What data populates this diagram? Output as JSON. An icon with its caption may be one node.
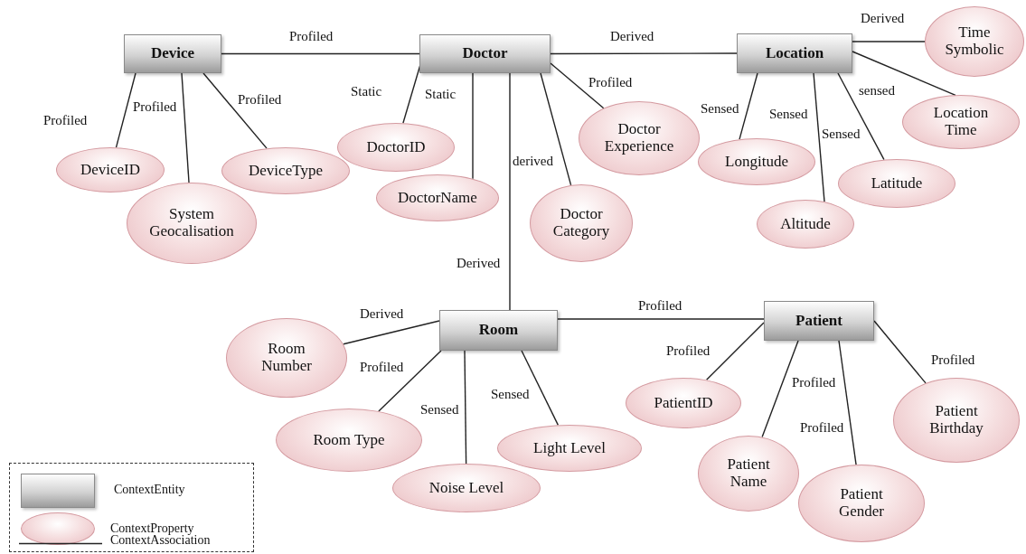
{
  "diagram": {
    "nodes": [
      {
        "text": [
          "Device"
        ]
      },
      {
        "text": [
          "Doctor"
        ]
      },
      {
        "text": [
          "Location"
        ]
      },
      {
        "text": [
          "Time Symbolic"
        ]
      },
      {
        "text": [
          "Location Time"
        ]
      },
      {
        "text": [
          "Doctor Experience"
        ]
      },
      {
        "text": [
          "DoctorID"
        ]
      },
      {
        "text": [
          "DeviceID"
        ]
      },
      {
        "text": [
          "Longitude"
        ]
      },
      {
        "text": [
          "DeviceType"
        ]
      },
      {
        "text": [
          "Latitude"
        ]
      },
      {
        "text": [
          "DoctorName"
        ]
      },
      {
        "text": [
          "System Geocalisation"
        ]
      },
      {
        "text": [
          "Altitude"
        ]
      },
      {
        "text": [
          "Doctor Category"
        ]
      },
      {
        "text": [
          "Room"
        ]
      },
      {
        "text": [
          "Patient"
        ]
      },
      {
        "text": [
          "Room Number"
        ]
      },
      {
        "text": [
          "PatientID"
        ]
      },
      {
        "text": [
          "Patient Birthday"
        ]
      },
      {
        "text": [
          "Room Type"
        ]
      },
      {
        "text": [
          "Light Level"
        ]
      },
      {
        "text": [
          "Patient Name"
        ]
      },
      {
        "text": [
          "Noise Level"
        ]
      },
      {
        "text": [
          "Patient Gender"
        ]
      }
    ],
    "edges": [
      {
        "from": 0,
        "to": 1,
        "arrow": "none",
        "label": "Profiled"
      },
      {
        "from": 1,
        "to": 2,
        "arrow": "none",
        "label": "Derived"
      },
      {
        "from": 2,
        "to": 3,
        "arrow": "none",
        "label": "Derived"
      },
      {
        "from": 0,
        "to": 7,
        "arrow": "none",
        "label": "Profiled"
      },
      {
        "from": 0,
        "to": 12,
        "arrow": "none",
        "label": "Profiled"
      },
      {
        "from": 0,
        "to": 9,
        "arrow": "none",
        "label": "Profiled"
      },
      {
        "from": 1,
        "to": 6,
        "arrow": "none",
        "label": "Static"
      },
      {
        "from": 1,
        "to": 11,
        "arrow": "none",
        "label": "Static"
      },
      {
        "from": 1,
        "to": 14,
        "arrow": "none",
        "label": "derived"
      },
      {
        "from": 1,
        "to": 5,
        "arrow": "none",
        "label": "Profiled"
      },
      {
        "from": 1,
        "to": 15,
        "arrow": "none",
        "label": "Derived"
      },
      {
        "from": 2,
        "to": 8,
        "arrow": "none",
        "label": "Sensed"
      },
      {
        "from": 2,
        "to": 13,
        "arrow": "none",
        "label": "Sensed"
      },
      {
        "from": 2,
        "to": 10,
        "arrow": "none",
        "label": "Sensed"
      },
      {
        "from": 2,
        "to": 4,
        "arrow": "none",
        "label": "sensed"
      },
      {
        "from": 15,
        "to": 16,
        "arrow": "none",
        "label": "Profiled"
      },
      {
        "from": 15,
        "to": 17,
        "arrow": "none",
        "label": "Derived"
      },
      {
        "from": 15,
        "to": 20,
        "arrow": "none",
        "label": "Profiled"
      },
      {
        "from": 15,
        "to": 23,
        "arrow": "none",
        "label": "Sensed"
      },
      {
        "from": 15,
        "to": 21,
        "arrow": "none",
        "label": "Sensed"
      },
      {
        "from": 16,
        "to": 18,
        "arrow": "none",
        "label": "Profiled"
      },
      {
        "from": 16,
        "to": 22,
        "arrow": "none",
        "label": "Profiled"
      },
      {
        "from": 16,
        "to": 24,
        "arrow": "none",
        "label": "Profiled"
      },
      {
        "from": 16,
        "to": 19,
        "arrow": "none",
        "label": "Profiled"
      }
    ],
    "legend": [
      {
        "text": "ContextEntity"
      },
      {
        "text": "ContextProperty"
      },
      {
        "text": "ContextAssociation"
      }
    ]
  }
}
